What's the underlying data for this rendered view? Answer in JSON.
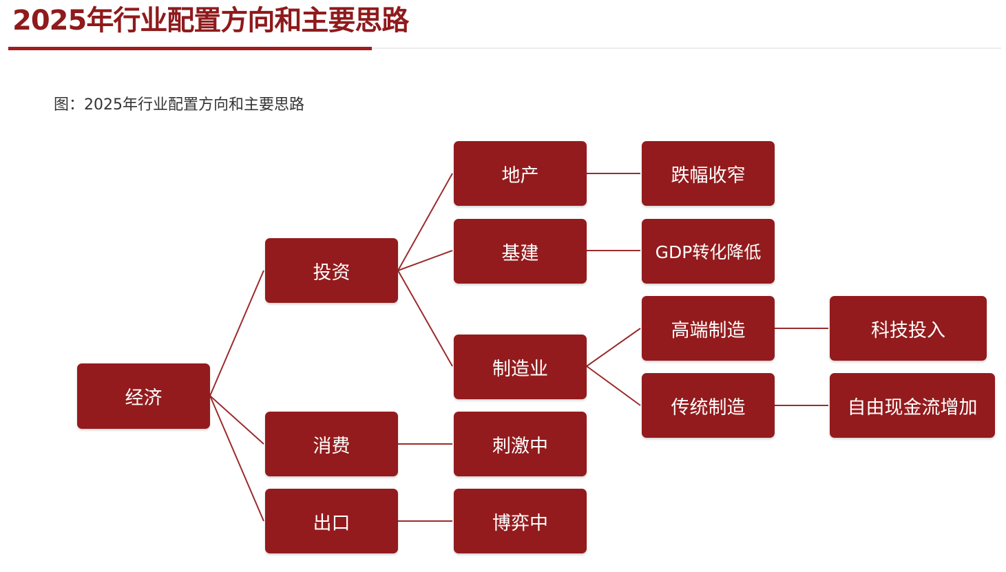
{
  "header": {
    "title": "2025年行业配置方向和主要思路"
  },
  "caption": "图：2025年行业配置方向和主要思路",
  "colors": {
    "node_fill": "#931b1d",
    "connector": "#9b2a2c",
    "title": "#8f1a1c"
  },
  "nodes": {
    "economy": "经济",
    "investment": "投资",
    "consumption": "消费",
    "export": "出口",
    "real_estate": "地产",
    "infrastructure": "基建",
    "manufacturing": "制造业",
    "stimulus": "刺激中",
    "game": "博弈中",
    "decline_narrowing": "跌幅收窄",
    "gdp_conversion_lower": "GDP转化降低",
    "high_end_manufacturing": "高端制造",
    "traditional_manufacturing": "传统制造",
    "tech_investment": "科技投入",
    "free_cash_flow": "自由现金流增加"
  }
}
